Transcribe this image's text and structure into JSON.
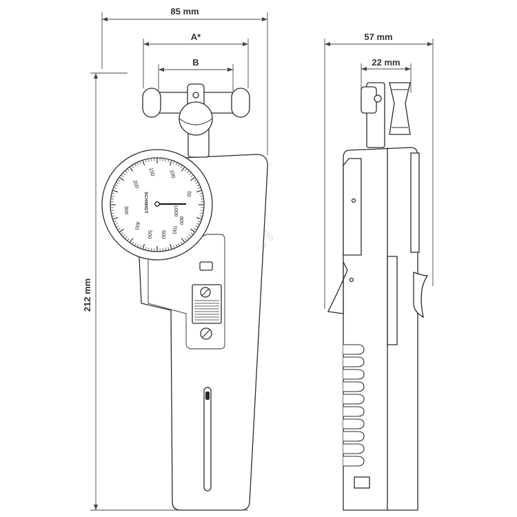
{
  "dimensions": {
    "width_total": "85 mm",
    "a_spacing": "A*",
    "b_spacing": "B",
    "height_total": "212 mm",
    "depth_total": "57 mm",
    "roller_width": "22 mm"
  },
  "dial": {
    "brand": "SCHMIDT",
    "scale_labels": [
      "1000",
      "50",
      "100",
      "150",
      "200",
      "300",
      "400",
      "500",
      "600",
      "700",
      "800"
    ]
  },
  "watermark": "ujiqi.com",
  "colors": {
    "outline": "#2a2a2a",
    "dimension": "#444444",
    "watermark": "#dcdcdc"
  }
}
